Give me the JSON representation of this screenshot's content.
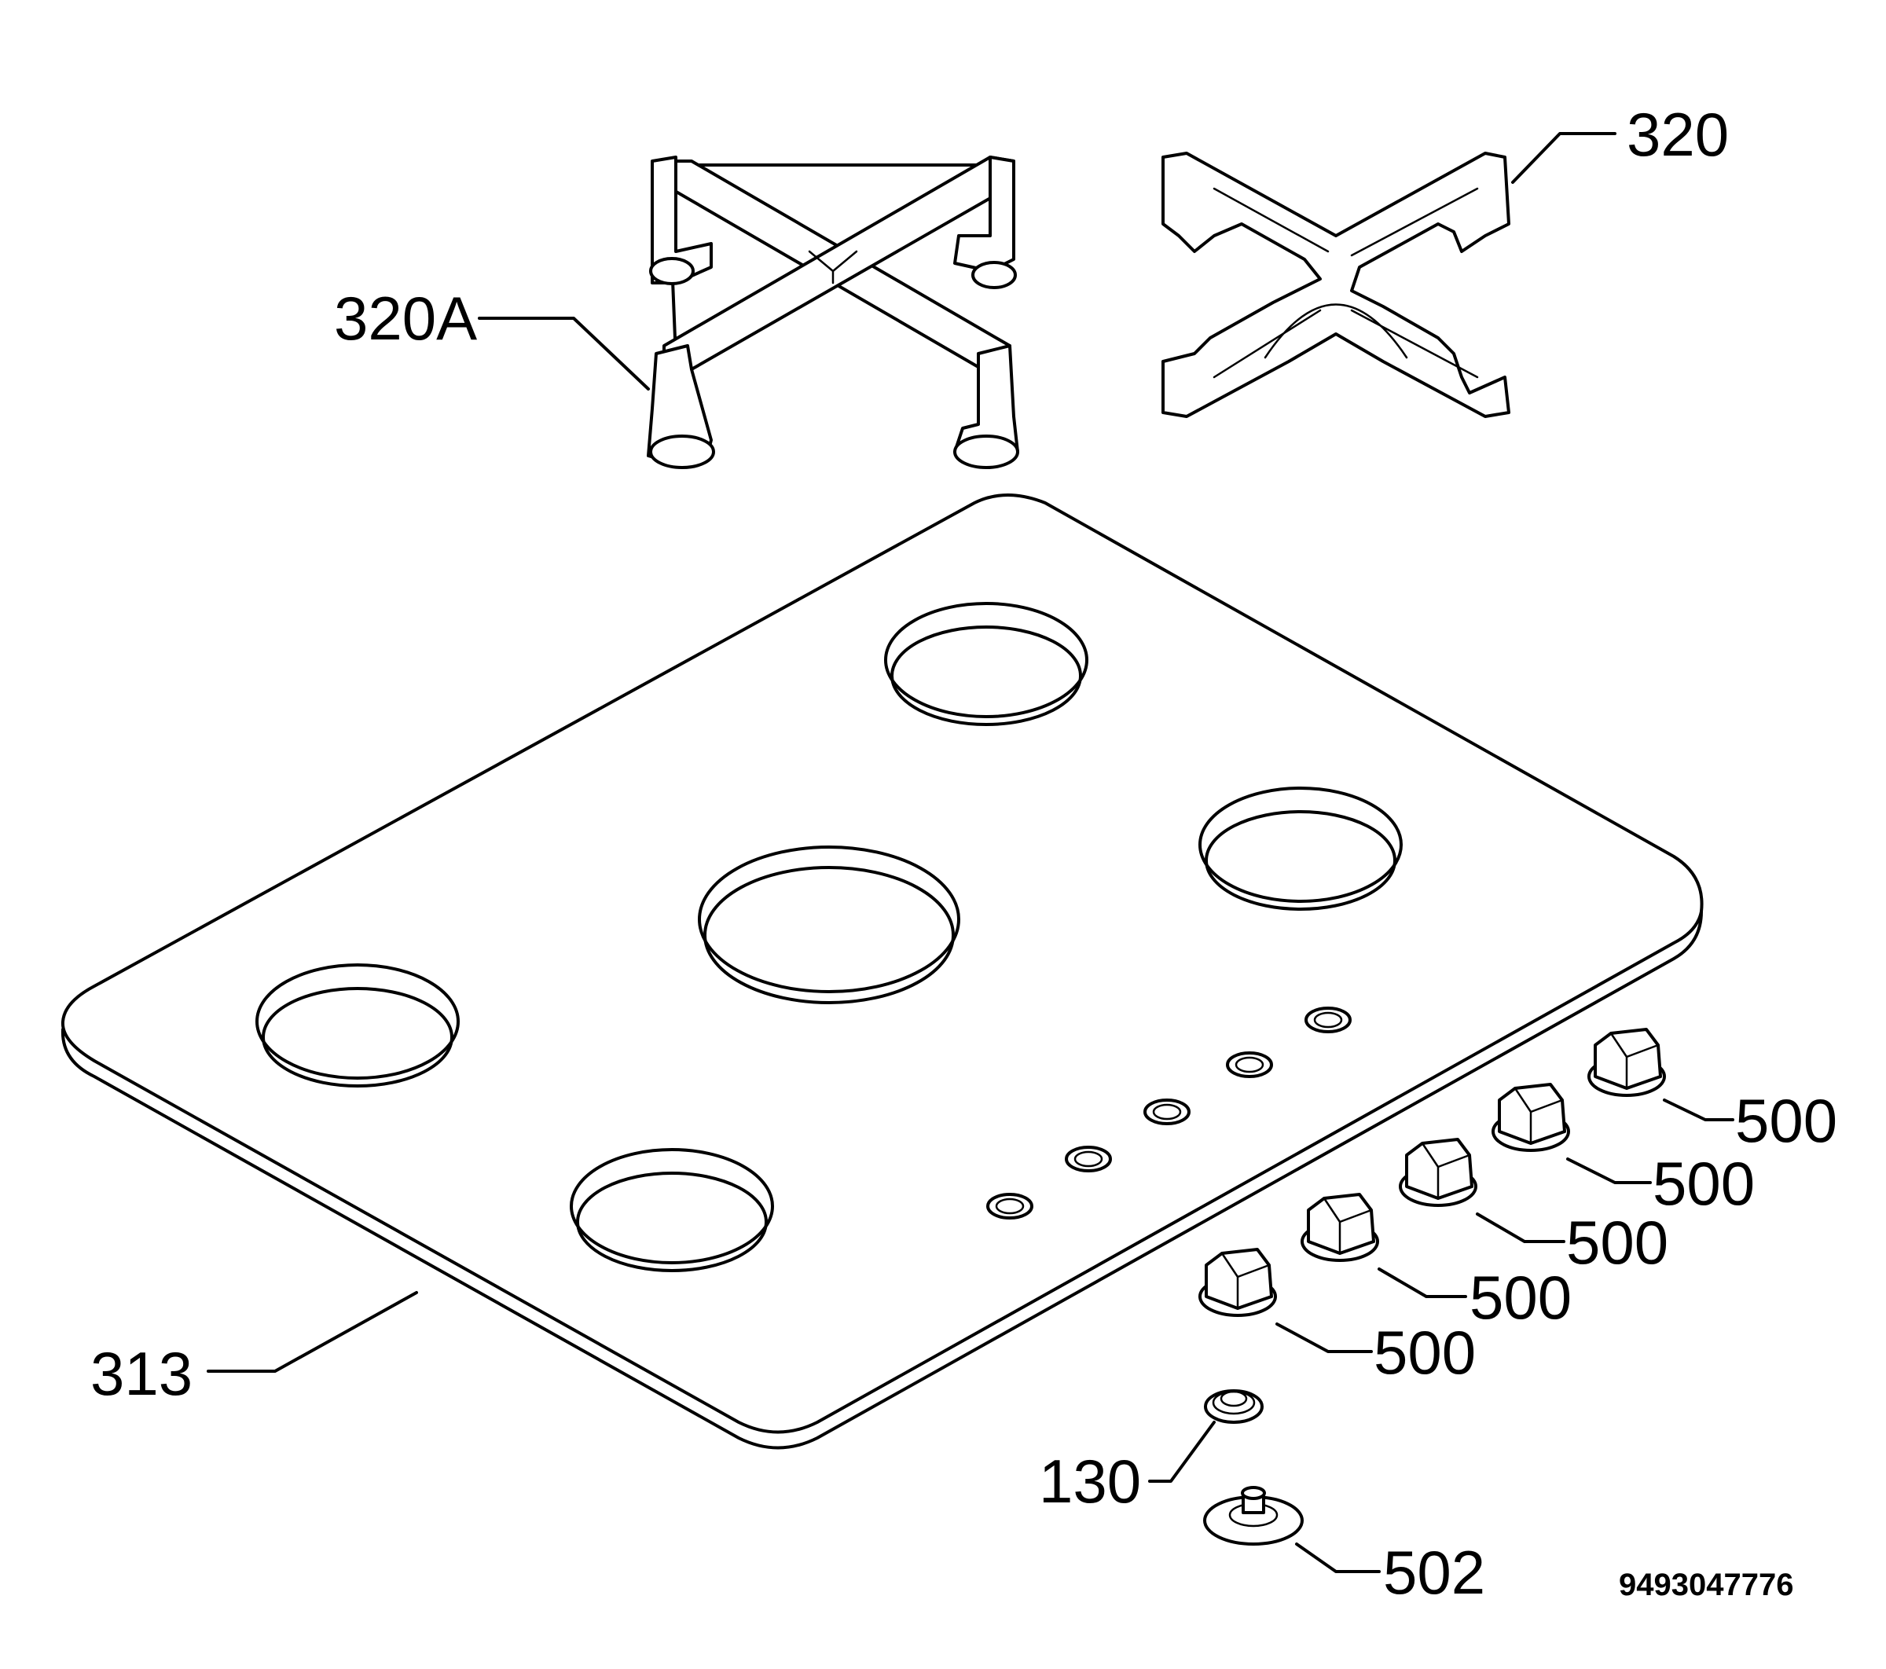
{
  "labels": {
    "grid_a": "320A",
    "grid": "320",
    "hob_top": "313",
    "knob": "500",
    "knob_2": "500",
    "knob_3": "500",
    "knob_4": "500",
    "knob_5": "500",
    "spring": "130",
    "pushbutton": "502"
  },
  "drawing_code": "9493047776"
}
